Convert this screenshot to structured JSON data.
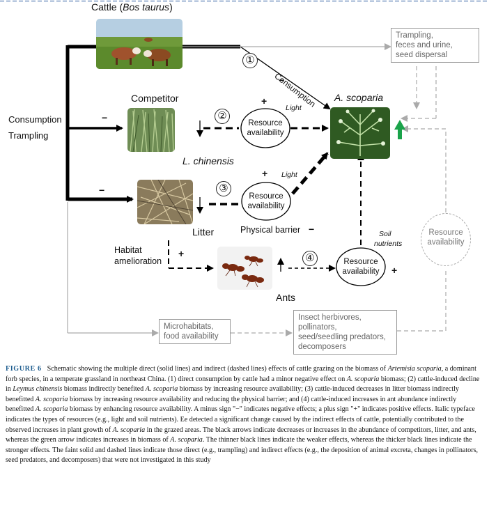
{
  "labels": {
    "cattle_prefix": "Cattle (",
    "cattle_species": "Bos taurus",
    "cattle_suffix": ")",
    "consumption_left": "Consumption",
    "trampling_left": "Trampling",
    "competitor": "Competitor",
    "l_chinensis": "L. chinensis",
    "litter": "Litter",
    "habitat": "Habitat",
    "amelioration": "amelioration",
    "ants": "Ants",
    "a_scoparia": "A. scoparia",
    "consumption_diag": "Consumption",
    "light_1": "Light",
    "light_2": "Light",
    "physical_barrier": "Physical barrier",
    "soil": "Soil",
    "nutrients": "nutrients"
  },
  "resource_nodes": {
    "r1_line1": "Resource",
    "r1_line2": "availability",
    "r2_line1": "Resource",
    "r2_line2": "availability",
    "r3_line1": "Resource",
    "r3_line2": "availability",
    "right_line1": "Resource",
    "right_line2": "availability"
  },
  "numbers": {
    "n1": "①",
    "n2": "②",
    "n3": "③",
    "n4": "④"
  },
  "signs": {
    "minus": "−",
    "plus": "+"
  },
  "gray_boxes": {
    "trampling_line1": "Trampling,",
    "trampling_line2": "feces and urine,",
    "trampling_line3": "seed dispersal",
    "micro_line1": "Microhabitats,",
    "micro_line2": "food availability",
    "insect_line1": "Insect herbivores,",
    "insect_line2": "pollinators,",
    "insect_line3": "seed/seedling predators,",
    "insect_line4": "decomposers"
  },
  "colors": {
    "green_arrow": "#1aa34a",
    "caption_label": "#1e5d8f",
    "faint_line": "#aaaaaa",
    "header_dash": "#5b7fb5"
  },
  "caption": {
    "label": "FIGURE 6",
    "p1": "Schematic showing the multiple direct (solid lines) and indirect (dashed lines) effects of cattle grazing on the biomass of ",
    "i1": "Artemisia scoparia",
    "p2": ", a dominant forb species, in a temperate grassland in northeast China. (1) direct consumption by cattle had a minor negative effect on ",
    "i2": "A. scoparia",
    "p3": " biomass; (2) cattle-induced decline in ",
    "i3": "Leymus chinensis",
    "p4": " biomass indirectly benefited ",
    "i4": "A. scoparia",
    "p5": " biomass by increasing resource availability; (3) cattle-induced decreases in litter biomass indirectly benefitted ",
    "i5": "A. scoparia",
    "p6": " biomass by increasing resource availability and reducing the physical barrier; and (4) cattle-induced increases in ant abundance indirectly benefitted ",
    "i6": "A. scoparia",
    "p7": " biomass by enhancing resource availability. A minus sign \"−\" indicates negative effects; a plus sign \"+\" indicates positive effects. Italic typeface indicates the types of resources (e.g., light and soil nutrients). Ee detected a significant change caused by the indirect effects of cattle, potentially contributed to the observed increases in plant growth of ",
    "i7": "A. scoparia",
    "p8": " in the grazed areas. The black arrows indicate decreases or increases in the abundance of competitors, litter, and ants, whereas the green arrow indicates increases in biomass of ",
    "i8": "A. scoparia",
    "p9": ". The thinner black lines indicate the weaker effects, whereas the thicker black lines indicate the stronger effects. The faint solid and dashed lines indicate those direct (e.g., trampling) and indirect effects (e.g., the deposition of animal excreta, changes in pollinators, seed predators, and decomposers) that were not investigated in this study"
  }
}
